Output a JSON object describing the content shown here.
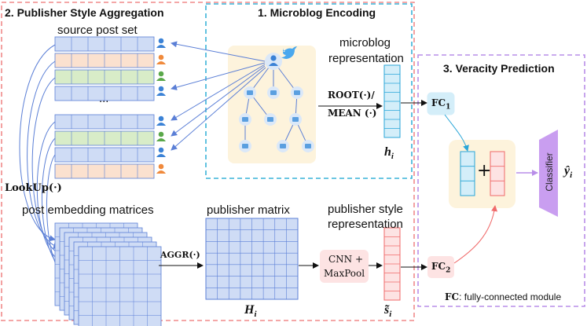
{
  "sections": {
    "publisher_style": "2. Publisher Style Aggregation",
    "microblog_encoding": "1. Microblog Encoding",
    "veracity_prediction": "3. Veracity Prediction"
  },
  "labels": {
    "source_post_set": "source post set",
    "microblog_representation_1": "microblog",
    "microblog_representation_2": "representation",
    "post_embedding_matrices": "post embedding matrices",
    "publisher_matrix": "publisher matrix",
    "publisher_style_rep_1": "publisher style",
    "publisher_style_rep_2": "representation",
    "ellipsis": "···"
  },
  "operations": {
    "root": "ROOT(·)/",
    "mean": "MEAN (·)",
    "lookup": "LookUp(·)",
    "aggr": "AGGR(·)",
    "cnn_1": "CNN +",
    "cnn_2": "MaxPool",
    "fc1": "FC",
    "fc1_sub": "1",
    "fc2": "FC",
    "fc2_sub": "2",
    "classifier": "Classifier",
    "plus": "+"
  },
  "symbols": {
    "h_i": "h",
    "h_i_sub": "i",
    "H_i": "H",
    "H_i_sub": "i",
    "s_i": "s̃",
    "s_i_sub": "i",
    "y_i": "ŷ",
    "y_i_sub": "i"
  },
  "footnote": {
    "bold": "FC",
    "text": ": fully-connected module"
  },
  "colors": {
    "section_red": "#f08a8a",
    "section_blue": "#3ab3d8",
    "section_purple": "#b98ee8",
    "grid_blue": "#5b7fd6",
    "grid_fill_blue": "#cfdcf5",
    "row_orange": "#fbe1cf",
    "row_green": "#d8ecc8",
    "vec_cyan": "#2aa6d8",
    "vec_cyan_fill": "#d4eef9",
    "vec_red": "#f06a6a",
    "vec_red_fill": "#fde3e3",
    "tree_node": "#5a9fe0",
    "twitter": "#4aa8ee",
    "classifier": "#c99ef0",
    "tree_bg": "#fdf3dc",
    "user_blue": "#3b82d6",
    "user_orange": "#f08a3c",
    "user_green": "#5aa84a"
  }
}
